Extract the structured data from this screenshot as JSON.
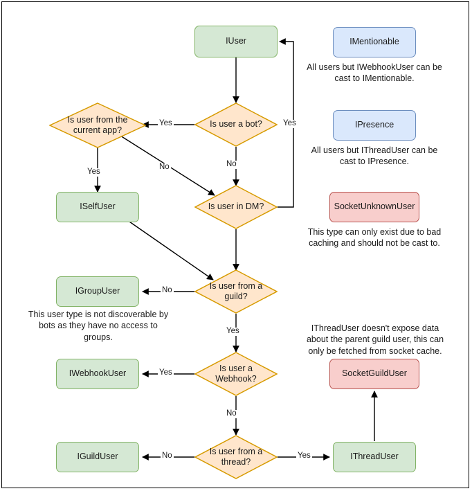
{
  "diagram": {
    "title": "Discord.Net user type resolution flowchart",
    "colors": {
      "green_fill": "#d5e8d4",
      "green_stroke": "#82b366",
      "blue_fill": "#dae8fc",
      "blue_stroke": "#6c8ebf",
      "red_fill": "#f8cecc",
      "red_stroke": "#b85450",
      "orange_fill": "#ffe6cc",
      "orange_stroke": "#d79b00",
      "edge_stroke": "#000000",
      "frame_stroke": "#000000"
    },
    "nodes": {
      "iuser": "IUser",
      "is_user_a_bot": "Is user a bot?",
      "is_user_from_current_app": "Is user from the current app?",
      "is_user_in_dm": "Is user in DM?",
      "iselfuser": "ISelfUser",
      "is_user_from_a_guild": "Is user from a guild?",
      "igroupuser": "IGroupUser",
      "is_user_a_webhook": "Is user a Webhook?",
      "iwebhookuser": "IWebhookUser",
      "is_user_from_a_thread": "Is user from a thread?",
      "iguilduser": "IGuildUser",
      "ithreaduser": "IThreadUser",
      "imentionable": "IMentionable",
      "ipresence": "IPresence",
      "socketunknownuser": "SocketUnknownUser",
      "socketguilduser": "SocketGuildUser"
    },
    "edge_labels": {
      "bot_yes": "Yes",
      "bot_no": "No",
      "dm_yes": "Yes",
      "current_app_yes": "Yes",
      "current_app_no": "No",
      "guild_no": "No",
      "guild_yes": "Yes",
      "webhook_yes": "Yes",
      "webhook_no": "No",
      "thread_no": "No",
      "thread_yes": "Yes"
    },
    "notes": {
      "imentionable": "All users but IWebhookUser can be cast to IMentionable.",
      "ipresence": "All users but IThreadUser can be cast to IPresence.",
      "socketunknownuser": "This type can only exist due to bad caching and should not be cast to.",
      "igroupuser": "This user type is not discoverable by bots as they have no access to groups.",
      "socketguilduser": "IThreadUser doesn't expose data about the parent guild user, this can only be fetched from socket cache."
    }
  }
}
